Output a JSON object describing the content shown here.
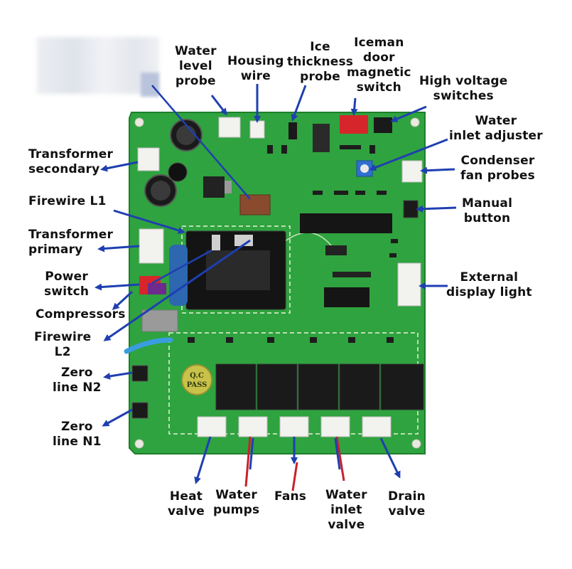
{
  "labels": {
    "water_level_probe": "Water\nlevel\nprobe",
    "housing_wire": "Housing\nwire",
    "ice_thickness_probe": "Ice\nthickness\nprobe",
    "iceman_door_switch": "Iceman\ndoor\nmagnetic\nswitch",
    "high_voltage_switches": "High voltage\nswitches",
    "water_inlet_adjuster": "Water\ninlet adjuster",
    "condenser_fan_probes": "Condenser\nfan probes",
    "manual_button": "Manual\nbutton",
    "external_display_light": "External\ndisplay light",
    "transformer_secondary": "Transformer\nsecondary",
    "firewire_l1": "Firewire L1",
    "transformer_primary": "Transformer\nprimary",
    "power_switch": "Power\nswitch",
    "compressors": "Compressors",
    "firewire_l2": "Firewire\nL2",
    "zero_line_n2": "Zero\nline N2",
    "zero_line_n1": "Zero\nline N1",
    "heat_valve": "Heat\nvalve",
    "water_pumps": "Water\npumps",
    "fans": "Fans",
    "water_inlet_valve": "Water\ninlet\nvalve",
    "drain_valve": "Drain\nvalve"
  },
  "board": {
    "qc_stamp": "Q.C\nPASS"
  },
  "colors": {
    "pcb": "#2fa33f",
    "pcb_dark": "#1f7e2c",
    "arrow": "#1f3fb0",
    "relay": "#1a1a1a",
    "connector": "#f2f2ee",
    "red_connector": "#d6262c"
  }
}
